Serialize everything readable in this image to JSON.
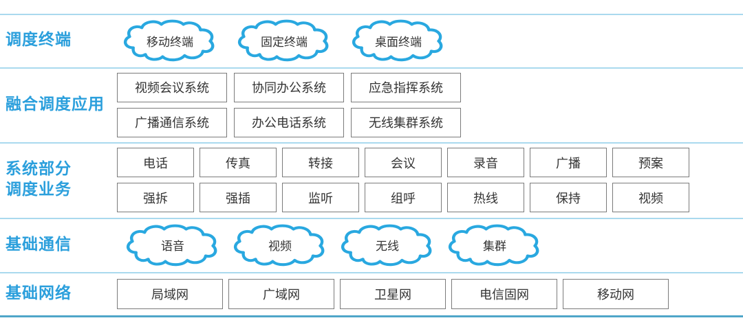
{
  "palette": {
    "label_blue": "#2b9fdc",
    "cloud_stroke": "#29a8e0",
    "divider": "#a9d9ee",
    "bottom_line": "#4fa6c9",
    "box_border": "#7a7a7a",
    "box_text": "#333333"
  },
  "layers": {
    "terminal": {
      "label": "调度终端",
      "clouds": [
        "移动终端",
        "固定终端",
        "桌面终端"
      ]
    },
    "apps": {
      "label": "融合调度应用",
      "box_rows": [
        [
          "视频会议系统",
          "协同办公系统",
          "应急指挥系统"
        ],
        [
          "广播通信系统",
          "办公电话系统",
          "无线集群系统"
        ]
      ]
    },
    "services": {
      "label_line1": "系统部分",
      "label_line2": "调度业务",
      "box_rows": [
        [
          "电话",
          "传真",
          "转接",
          "会议",
          "录音",
          "广播",
          "预案"
        ],
        [
          "强拆",
          "强插",
          "监听",
          "组呼",
          "热线",
          "保持",
          "视频"
        ]
      ]
    },
    "comms": {
      "label": "基础通信",
      "clouds": [
        "语音",
        "视频",
        "无线",
        "集群"
      ]
    },
    "networks": {
      "label": "基础网络",
      "boxes": [
        "局域网",
        "广域网",
        "卫星网",
        "电信固网",
        "移动网"
      ]
    }
  }
}
